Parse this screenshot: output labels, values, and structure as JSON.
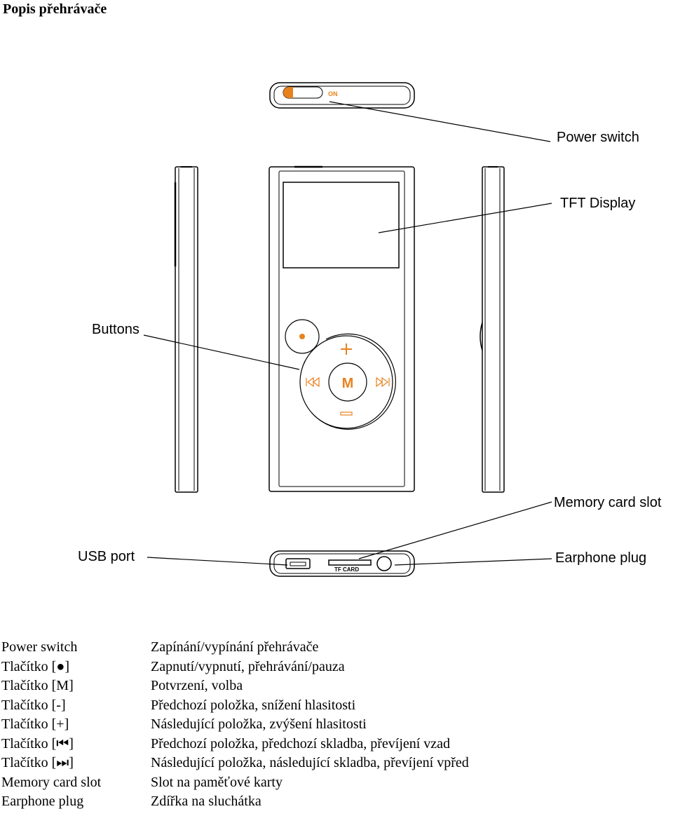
{
  "page_title": "Popis přehrávače",
  "callouts": {
    "power_switch": "Power switch",
    "tft_display": "TFT Display",
    "buttons": "Buttons",
    "memory_card_slot": "Memory card slot",
    "usb_port": "USB port",
    "earphone_plug": "Earphone plug"
  },
  "device_marks": {
    "on_label": "ON",
    "m_button": "M",
    "plus": "+",
    "minus": "−",
    "tf_card": "TF CARD"
  },
  "colors": {
    "accent_orange": "#e8821e",
    "outline": "#000000"
  },
  "legend": [
    {
      "term": "Power switch",
      "desc": "Zapínání/vypínání přehrávače"
    },
    {
      "term": "Tlačítko [●]",
      "desc": "Zapnutí/vypnutí, přehrávání/pauza"
    },
    {
      "term": "Tlačítko [M]",
      "desc": "Potvrzení, volba"
    },
    {
      "term": "Tlačítko [-]",
      "desc": "Předchozí položka, snížení hlasitosti"
    },
    {
      "term": "Tlačítko [+]",
      "desc": "Následující položka, zvýšení hlasitosti"
    },
    {
      "term": "Tlačítko [⏮]",
      "desc": "Předchozí položka, předchozí skladba, převíjení vzad"
    },
    {
      "term": "Tlačítko [⏭]",
      "desc": "Následující položka, následující skladba, převíjení vpřed"
    },
    {
      "term": "Memory card slot",
      "desc": "Slot na paměťové karty"
    },
    {
      "term": "Earphone plug",
      "desc": "Zdířka na sluchátka"
    }
  ]
}
